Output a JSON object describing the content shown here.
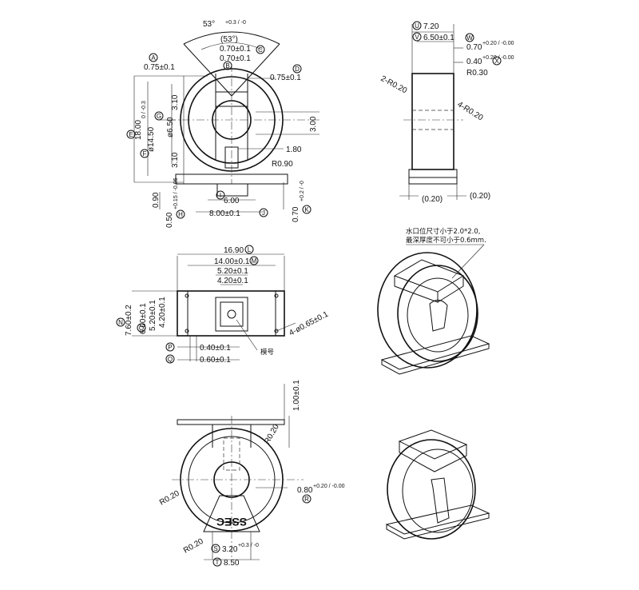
{
  "top_view": {
    "angle": "53°",
    "angle_tol": "+0.3 / -0",
    "angle_ref": "(53°)",
    "dims": {
      "a": "0.75±0.1",
      "b": "0.70±0.1",
      "c": "0.70±0.1",
      "d": "0.75±0.1",
      "h_left": "3.10",
      "h_left2": "3.10",
      "dia_inner": "ø6.50",
      "height_total": "18.00",
      "height_total_tol": "0 / -0.3",
      "dia_outer": "ø14.50",
      "v_mid": "3.00",
      "slot": "1.80",
      "radius": "R0.90",
      "base_w": "6.00",
      "base_w2": "8.00±0.1",
      "h_base": "0.90",
      "h_base_pin": "0.50",
      "h_base_pin_tol": "+0.15 / -0.05",
      "h_right": "0.70",
      "h_right_tol": "+0.2 / -0"
    },
    "labels": [
      "A",
      "B",
      "C",
      "D",
      "E",
      "F",
      "G",
      "H",
      "I",
      "J",
      "K"
    ]
  },
  "side_view": {
    "dims": {
      "u": "7.20",
      "v": "6.50±0.1",
      "w": "0.70",
      "w_tol": "+0.20 / -0.00",
      "x": "0.40",
      "x_tol": "+0.20 / -0.00",
      "r030": "R0.30",
      "r020_left": "2-R0.20",
      "r020_right": "4-R0.20",
      "gap_left": "(0.20)",
      "gap_right": "(0.20)"
    },
    "labels": [
      "U",
      "V",
      "W",
      "X"
    ]
  },
  "bottom_view": {
    "dims": {
      "l": "16.90",
      "m": "14.00±0.1",
      "inner1": "5.20±0.1",
      "inner2": "4.20±0.1",
      "n": "7.60±0.2",
      "o": "6.00±0.1",
      "v1": "5.20±0.1",
      "v2": "4.20±0.1",
      "holes": "4-ø0.65±0.1",
      "p": "0.40±0.1",
      "q": "0.60±0.1"
    },
    "mold_label": "模号",
    "labels": [
      "L",
      "M",
      "N",
      "O",
      "P",
      "Q"
    ]
  },
  "note": {
    "line1": "水口位尺寸小于2.0*2.0,",
    "line2": "最深厚度不可小于0.6mm."
  },
  "front_view": {
    "dims": {
      "top": "1.00±0.1",
      "r020_a": "R0.20",
      "r020_b": "R0.20",
      "r020_c": "R0.20",
      "r": "0.80",
      "r_tol": "+0.20 / -0.00",
      "s": "3.20",
      "s_tol": "+0.3 / -0",
      "t": "8.50"
    },
    "logo": "SSEC",
    "labels": [
      "R",
      "S",
      "T"
    ]
  }
}
